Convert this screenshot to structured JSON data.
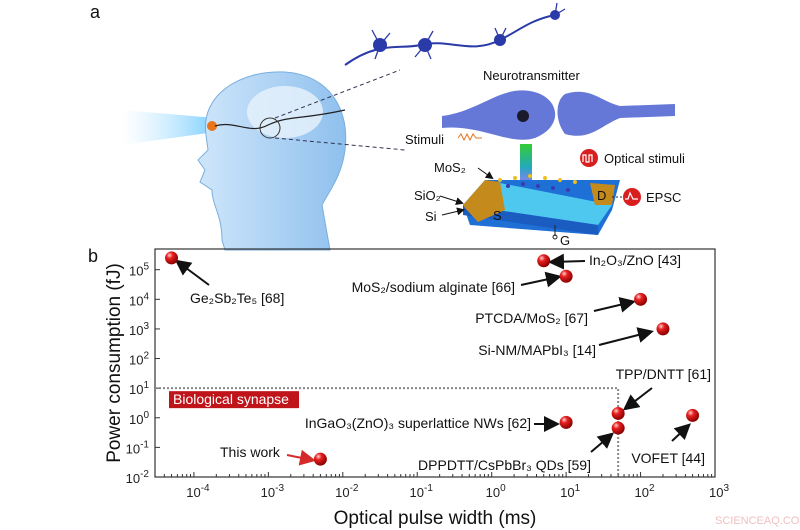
{
  "panel_a": {
    "label": "a",
    "neurotransmitter": "Neurotransmitter",
    "stimuli": "Stimuli",
    "mos2": "MoS₂",
    "sio2": "SiO₂",
    "si": "Si",
    "source": "S",
    "drain": "D",
    "gate": "G",
    "optical_stimuli": "Optical stimuli",
    "epsc": "EPSC"
  },
  "panel_b": {
    "label": "b"
  },
  "watermark": "SCIENCEAQ.COM",
  "colors": {
    "marker": "#d81e1e",
    "synapse_box": "#c0141b",
    "this_work": "#d42a2a",
    "dashed": "#888888"
  },
  "chart_data": {
    "type": "scatter",
    "xlabel": "Optical pulse width (ms)",
    "ylabel": "Power consumption (fJ)",
    "xscale": "log",
    "yscale": "log",
    "xlim": [
      3e-05,
      1000
    ],
    "ylim": [
      0.01,
      500000
    ],
    "x_ticks": [
      -4,
      -3,
      -2,
      -1,
      0,
      1,
      2,
      3
    ],
    "y_ticks": [
      -2,
      -1,
      0,
      1,
      2,
      3,
      4,
      5
    ],
    "tick_base": "10",
    "grid": false,
    "biological_synapse": {
      "label": "Biological synapse",
      "power": 10,
      "pulse_width": 50
    },
    "points": [
      {
        "label": "Ge₂Sb₂Te₅ [68]",
        "x": 5e-05,
        "y": 250000
      },
      {
        "label": "In₂O₃/ZnO [43]",
        "x": 5,
        "y": 200000
      },
      {
        "label": "MoS₂/sodium alginate [66]",
        "x": 10,
        "y": 60000
      },
      {
        "label": "PTCDA/MoS₂ [67]",
        "x": 100,
        "y": 10000
      },
      {
        "label": "Si-NM/MAPbI₃ [14]",
        "x": 200,
        "y": 1000
      },
      {
        "label": "TPP/DNTT [61]",
        "x": 50,
        "y": 1.4
      },
      {
        "label": "InGaO₃(ZnO)₃ superlattice NWs [62]",
        "x": 10,
        "y": 0.7
      },
      {
        "label": "DPPDTT/CsPbBr₃ QDs [59]",
        "x": 50,
        "y": 0.45
      },
      {
        "label": "VOFET [44]",
        "x": 500,
        "y": 1.2
      },
      {
        "label": "This work",
        "x": 0.005,
        "y": 0.04,
        "highlight": true
      }
    ]
  }
}
